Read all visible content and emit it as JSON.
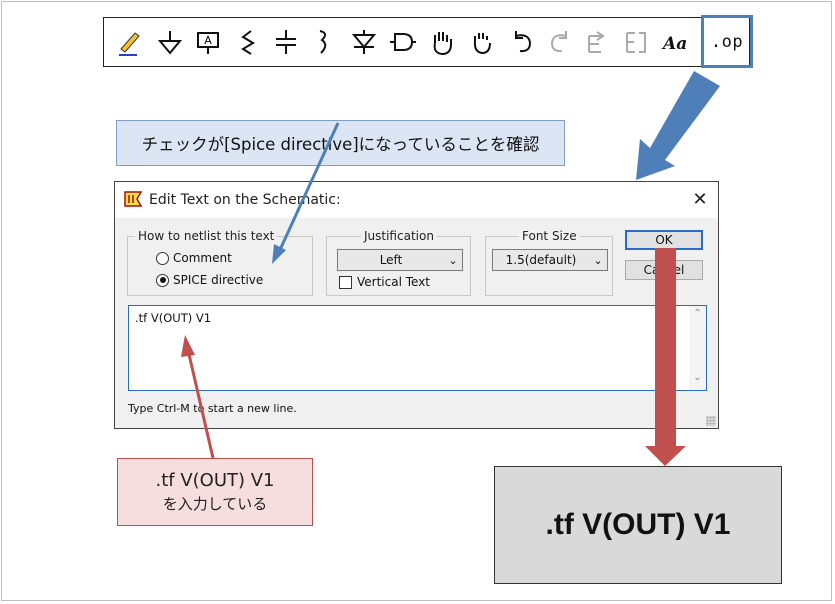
{
  "toolbar": {
    "icons": [
      "pencil-icon",
      "ground-icon",
      "label-icon",
      "resistor-icon",
      "capacitor-icon",
      "inductor-icon",
      "diode-icon",
      "component-icon",
      "move-hand-icon",
      "drag-hand-icon",
      "undo-icon",
      "redo-icon",
      "rotate-icon",
      "mirror-icon",
      "text-icon"
    ],
    "op_label": ".op"
  },
  "callout_blue": {
    "text": "チェックが[Spice directive]になっていることを確認"
  },
  "dialog": {
    "title": "Edit Text on the Schematic:",
    "close": "✕",
    "netlist_group": {
      "label": "How to netlist this text",
      "options": [
        "Comment",
        "SPICE directive"
      ],
      "selected": "SPICE directive"
    },
    "justification": {
      "label": "Justification",
      "value": "Left",
      "vertical_text_label": "Vertical Text"
    },
    "font_size": {
      "label": "Font Size",
      "value": "1.5(default)"
    },
    "ok_label": "OK",
    "cancel_label": "Cancel",
    "text_value": ".tf V(OUT) V1",
    "hint": "Type Ctrl-M to start a new line."
  },
  "callout_red": {
    "line1": ".tf V(OUT) V1",
    "line2": "を入力している"
  },
  "result": {
    "text": ".tf V(OUT) V1"
  },
  "colors": {
    "blue_arrow": "#4f7fb8",
    "red_arrow": "#c0504d",
    "callout_blue_bg": "#dbe5f3",
    "callout_red_bg": "#f6dede"
  }
}
